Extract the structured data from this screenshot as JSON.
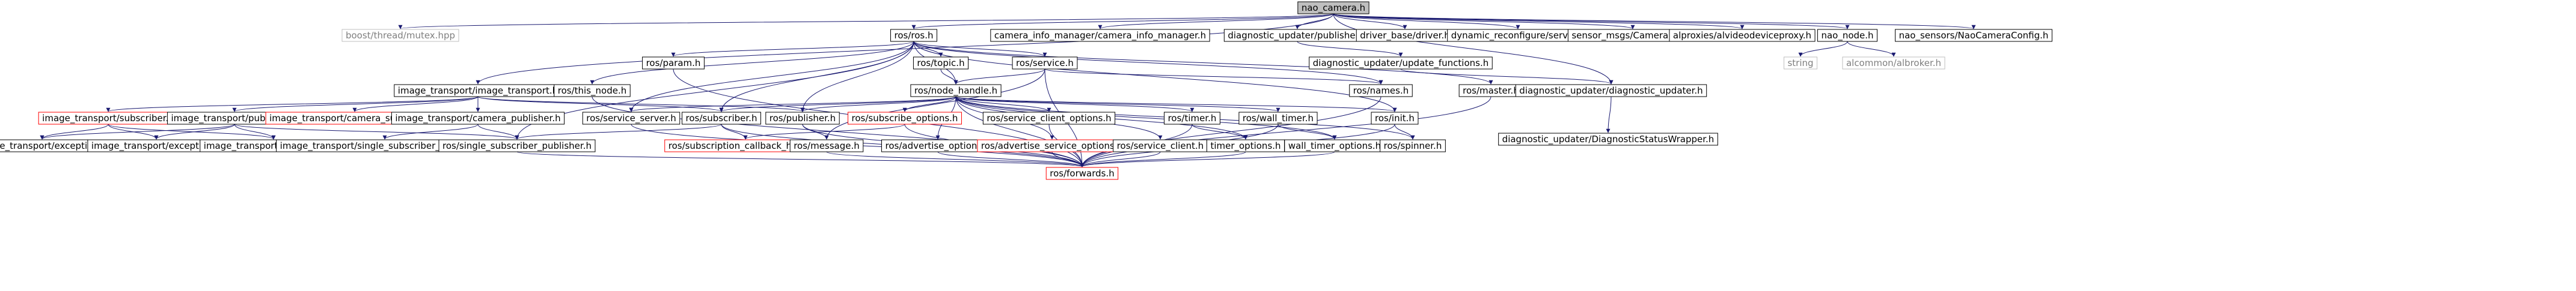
{
  "colors": {
    "edge": "#191970",
    "root_fill": "#bfbfbf",
    "node_border": "#000000",
    "ext_border": "#bfbfbf",
    "ext_text": "#7f7f7f",
    "missing_border": "#ff0000"
  },
  "nodes": [
    {
      "id": "nao_camera",
      "label": "nao_camera.h",
      "style": "root"
    },
    {
      "id": "boost_mutex",
      "label": "boost/thread/mutex.hpp",
      "style": "ext"
    },
    {
      "id": "ros_ros",
      "label": "ros/ros.h",
      "style": "normal"
    },
    {
      "id": "cim",
      "label": "camera_info_manager/camera_info_manager.h",
      "style": "normal"
    },
    {
      "id": "dpub",
      "label": "diagnostic_updater/publisher.h",
      "style": "normal"
    },
    {
      "id": "dbase",
      "label": "driver_base/driver.h",
      "style": "normal"
    },
    {
      "id": "dynrec",
      "label": "dynamic_reconfigure/server.h",
      "style": "normal"
    },
    {
      "id": "caminfo",
      "label": "sensor_msgs/CameraInfo.h",
      "style": "normal"
    },
    {
      "id": "alproxy",
      "label": "alproxies/alvideodeviceproxy.h",
      "style": "normal"
    },
    {
      "id": "naonode",
      "label": "nao_node.h",
      "style": "normal"
    },
    {
      "id": "naosensors",
      "label": "nao_sensors/NaoCameraConfig.h",
      "style": "normal"
    },
    {
      "id": "string",
      "label": "string",
      "style": "ext"
    },
    {
      "id": "albroker",
      "label": "alcommon/albroker.h",
      "style": "ext"
    },
    {
      "id": "ros_param",
      "label": "ros/param.h",
      "style": "normal"
    },
    {
      "id": "ros_topic",
      "label": "ros/topic.h",
      "style": "normal"
    },
    {
      "id": "ros_service",
      "label": "ros/service.h",
      "style": "normal"
    },
    {
      "id": "dupfun",
      "label": "diagnostic_updater/update_functions.h",
      "style": "normal"
    },
    {
      "id": "it",
      "label": "image_transport/image_transport.h",
      "style": "normal"
    },
    {
      "id": "this_node",
      "label": "ros/this_node.h",
      "style": "normal"
    },
    {
      "id": "node_handle",
      "label": "ros/node_handle.h",
      "style": "normal"
    },
    {
      "id": "names",
      "label": "ros/names.h",
      "style": "normal"
    },
    {
      "id": "master",
      "label": "ros/master.h",
      "style": "normal"
    },
    {
      "id": "dupd",
      "label": "diagnostic_updater/diagnostic_updater.h",
      "style": "normal"
    },
    {
      "id": "itsub",
      "label": "image_transport/subscriber.h",
      "style": "missing"
    },
    {
      "id": "itpub",
      "label": "image_transport/publisher.h",
      "style": "normal"
    },
    {
      "id": "itcamsub",
      "label": "image_transport/camera_subscriber.h",
      "style": "missing"
    },
    {
      "id": "itcampub",
      "label": "image_transport/camera_publisher.h",
      "style": "normal"
    },
    {
      "id": "service_server",
      "label": "ros/service_server.h",
      "style": "normal"
    },
    {
      "id": "subscriber",
      "label": "ros/subscriber.h",
      "style": "normal"
    },
    {
      "id": "publisher",
      "label": "ros/publisher.h",
      "style": "normal"
    },
    {
      "id": "subopts",
      "label": "ros/subscribe_options.h",
      "style": "missing"
    },
    {
      "id": "scopts",
      "label": "ros/service_client_options.h",
      "style": "normal"
    },
    {
      "id": "timer",
      "label": "ros/timer.h",
      "style": "normal"
    },
    {
      "id": "walltimer",
      "label": "ros/wall_timer.h",
      "style": "normal"
    },
    {
      "id": "init",
      "label": "ros/init.h",
      "style": "normal"
    },
    {
      "id": "dswrap",
      "label": "diagnostic_updater/DiagnosticStatusWrapper.h",
      "style": "normal"
    },
    {
      "id": "itexc1",
      "label": "image_transport/exception.h",
      "style": "normal"
    },
    {
      "id": "itexc2",
      "label": "image_transport/exception.h",
      "style": "normal"
    },
    {
      "id": "loadr",
      "label": "image_transport/loader_fwds.h",
      "style": "normal"
    },
    {
      "id": "singlesubpub",
      "label": "image_transport/single_subscriber_publisher.h",
      "style": "normal"
    },
    {
      "id": "rossinglesub",
      "label": "ros/single_subscriber_publisher.h",
      "style": "normal"
    },
    {
      "id": "subcbh",
      "label": "ros/subscription_callback_helper.h",
      "style": "missing"
    },
    {
      "id": "message",
      "label": "ros/message.h",
      "style": "normal"
    },
    {
      "id": "advopts",
      "label": "ros/advertise_options.h",
      "style": "normal"
    },
    {
      "id": "advsvcopts",
      "label": "ros/advertise_service_options.h",
      "style": "missing"
    },
    {
      "id": "svcclient",
      "label": "ros/service_client.h",
      "style": "normal"
    },
    {
      "id": "timeropts",
      "label": "timer_options.h",
      "style": "normal"
    },
    {
      "id": "walltimeropts",
      "label": "wall_timer_options.h",
      "style": "normal"
    },
    {
      "id": "spinner",
      "label": "ros/spinner.h",
      "style": "normal"
    },
    {
      "id": "forwards",
      "label": "ros/forwards.h",
      "style": "missing"
    }
  ]
}
